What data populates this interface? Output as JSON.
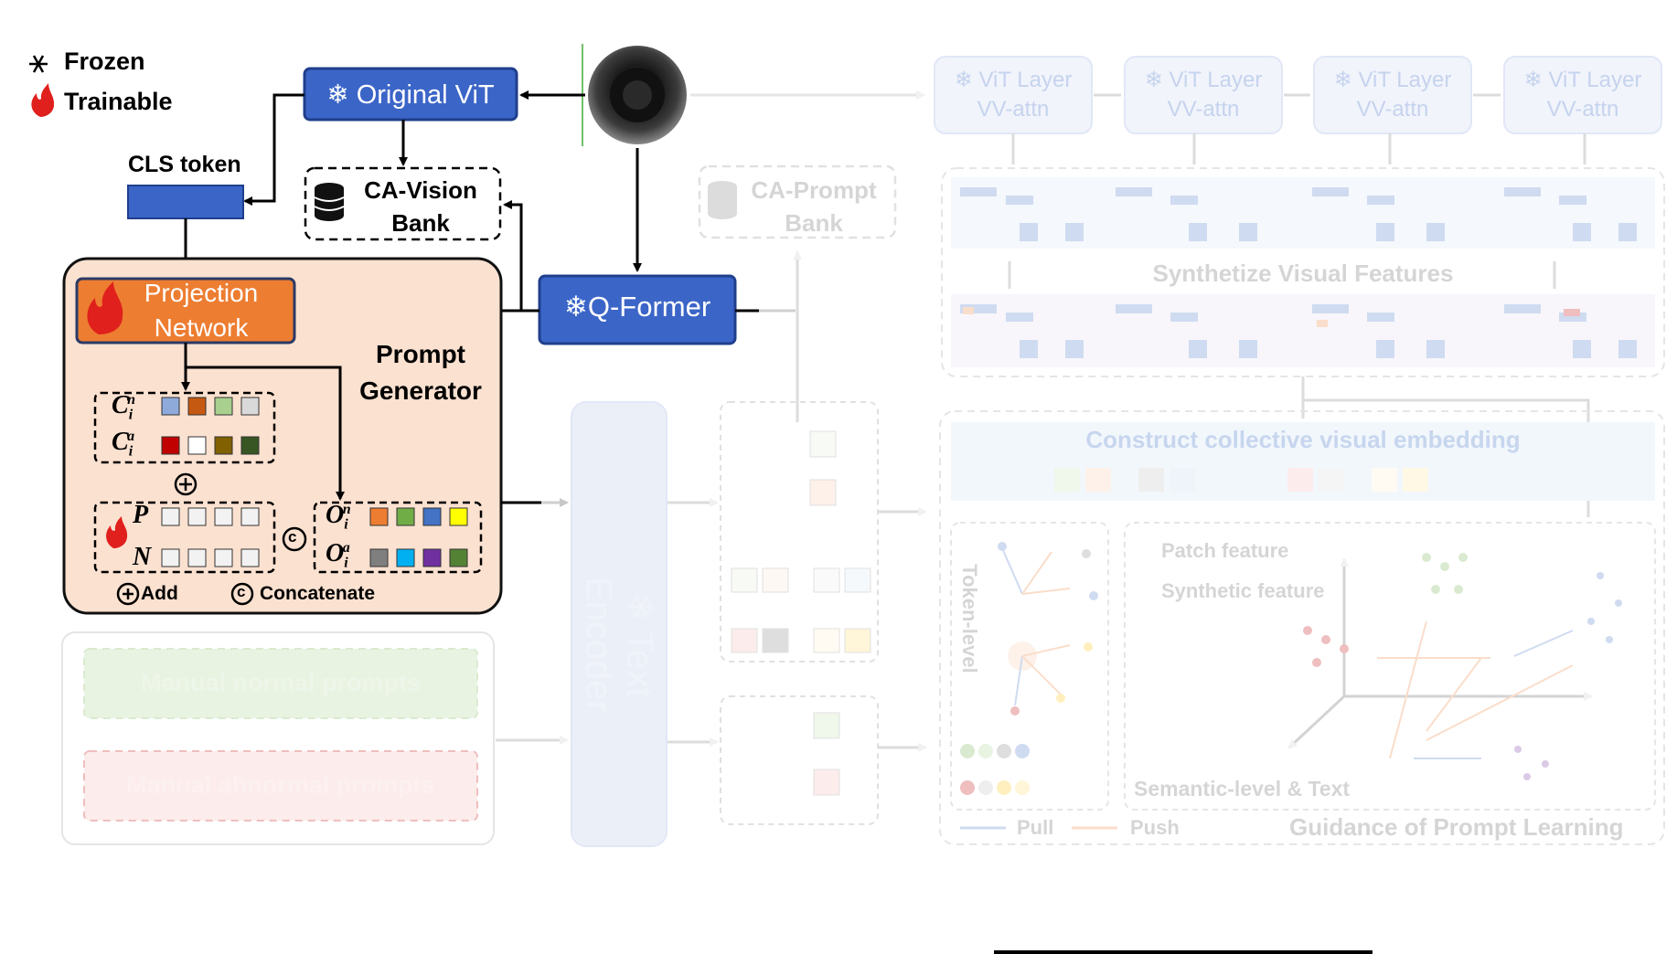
{
  "legend": {
    "frozen_label": "Frozen",
    "trainable_label": "Trainable",
    "add_label": "Add",
    "concat_label": "Concatenate",
    "pull_label": "Pull",
    "push_label": "Push"
  },
  "modules": {
    "original_vit": "Original ViT",
    "cls_token": "CLS token",
    "ca_vision_bank_1": "CA-Vision",
    "ca_vision_bank_2": "Bank",
    "q_former": "Q-Former",
    "projection_network_1": "Projection",
    "projection_network_2": "Network",
    "prompt_generator_1": "Prompt",
    "prompt_generator_2": "Generator",
    "ca_prompt_bank_1": "CA-Prompt",
    "ca_prompt_bank_2": "Bank",
    "text_encoder": "Text Encoder",
    "vit_layer": "ViT Layer",
    "vv_attn": "VV-attn",
    "synthetize": "Synthetize Visual Features",
    "construct": "Construct collective visual embedding",
    "token_level": "Token-level",
    "semantic_level": "Semantic-level & Text",
    "guidance": "Guidance of Prompt Learning",
    "patch_feature": "Patch feature",
    "synthetic_feature": "Synthetic feature",
    "manual_normal": "Manual normal prompts",
    "manual_abnormal": "Manual abnormal prompts"
  },
  "colors": {
    "blue_module": "#3b65c7",
    "orange_module": "#ed7d31",
    "generator_bg": "#fbe1d0",
    "manual_normal": "#cfe7c6",
    "manual_abnormal": "#f4b6b6"
  }
}
